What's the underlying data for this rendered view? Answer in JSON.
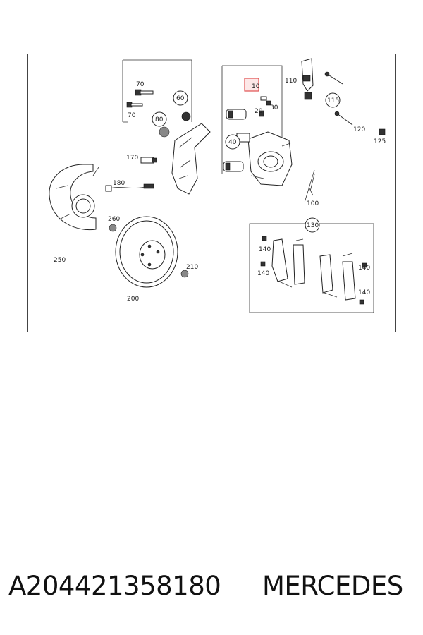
{
  "diagram": {
    "callouts": {
      "c10": "10",
      "c20": "20",
      "c30": "30",
      "c40": "40",
      "c60": "60",
      "c70a": "70",
      "c70b": "70",
      "c80": "80",
      "c100": "100",
      "c110": "110",
      "c115": "115",
      "c120": "120",
      "c125": "125",
      "c130": "130",
      "c140a": "140",
      "c140b": "140",
      "c140c": "140",
      "c140d": "140",
      "c170": "170",
      "c180": "180",
      "c200": "200",
      "c210": "210",
      "c250": "250",
      "c260": "260"
    },
    "highlight_color": "#e05050"
  },
  "caption": {
    "part_number": "A204421358180",
    "brand": "MERCEDES"
  }
}
